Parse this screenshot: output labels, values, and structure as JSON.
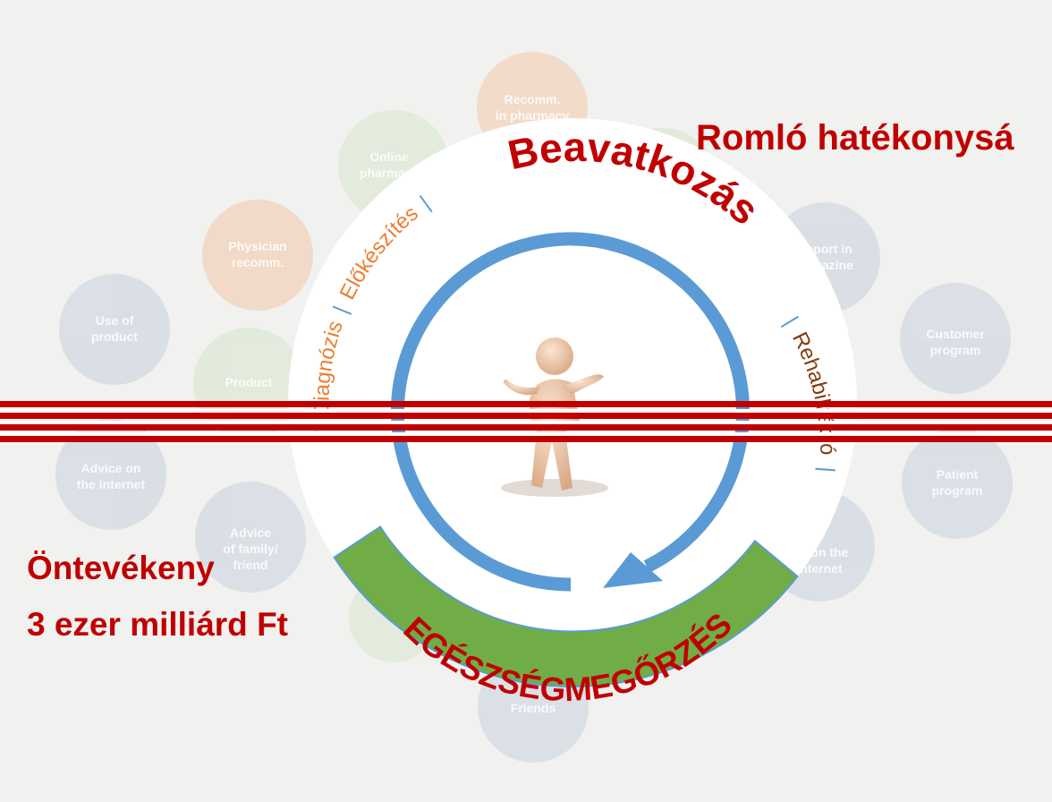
{
  "headline": "Romló hatékonysá",
  "self_care": {
    "line1": "Öntevékeny",
    "line2": "3 ezer milliárd Ft"
  },
  "cycle": {
    "stage_diagnosis": "Diagnózis",
    "stage_preparation": "Előkészítés",
    "stage_intervention": "Beavatkozás",
    "stage_rehabilitation": "Rehabilitáció",
    "separator": "|",
    "prevention": "EGÉSZSÉGMEGŐRZÉS"
  },
  "background_bubbles": {
    "pharmacy": "Recomm. in pharmacy",
    "online_pharmacy": "Online pharmacy",
    "physician": "Physician recomm.",
    "report_magazine": "Report in magazine",
    "use_of_product": "Use of product",
    "product_info": "Product",
    "customer_program": "Customer program",
    "advice_internet": "Advice on the internet",
    "advice_family": "Advice of family/ friend",
    "patient_program": "Patient program",
    "ad_internet": "Ad on the internet",
    "friends": "Friends"
  },
  "colors": {
    "red": "#c00000",
    "blue_arrow": "#5b9bd5",
    "green_band": "#70ad47",
    "orange": "#ed7d31",
    "brown": "#843c0c"
  }
}
